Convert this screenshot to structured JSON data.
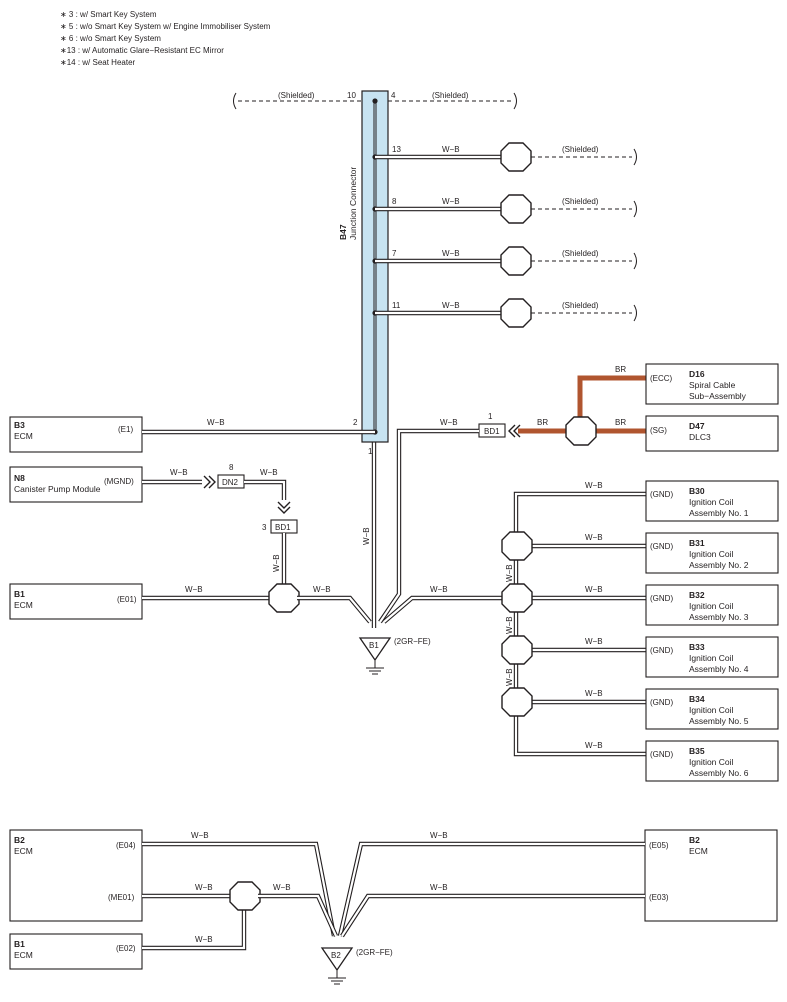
{
  "notes": [
    "∗ 3 : w/ Smart Key System",
    "∗ 5 : w/o Smart Key System w/ Engine Immobiliser System",
    "∗ 6 : w/o Smart Key System",
    "∗13 : w/ Automatic Glare−Resistant EC Mirror",
    "∗14 : w/ Seat Heater"
  ],
  "junction": {
    "code": "B47",
    "name": "Junction Connector"
  },
  "pins": {
    "p10": "10",
    "p4": "4",
    "p13": "13",
    "p8": "8",
    "p7": "7",
    "p11": "11",
    "p2": "2",
    "p1": "1",
    "bd1_1": "1",
    "dn2_8": "8",
    "bd1_3": "3"
  },
  "shielded": "(Shielded)",
  "wire_wb": "W−B",
  "wire_br": "BR",
  "connectors": {
    "bd1": "BD1",
    "dn2": "DN2"
  },
  "components": {
    "b3": {
      "code": "B3",
      "name": "ECM",
      "terminal": "(E1)"
    },
    "n8": {
      "code": "N8",
      "name": "Canister Pump Module",
      "terminal": "(MGND)"
    },
    "b1_top": {
      "code": "B1",
      "name": "ECM",
      "terminal": "(E01)"
    },
    "d16": {
      "code": "D16",
      "name1": "Spiral Cable",
      "name2": "Sub−Assembly",
      "terminal": "(ECC)"
    },
    "d47": {
      "code": "D47",
      "name": "DLC3",
      "terminal": "(SG)"
    },
    "coils": [
      {
        "code": "B30",
        "name1": "Ignition Coil",
        "name2": "Assembly No. 1",
        "terminal": "(GND)"
      },
      {
        "code": "B31",
        "name1": "Ignition Coil",
        "name2": "Assembly No. 2",
        "terminal": "(GND)"
      },
      {
        "code": "B32",
        "name1": "Ignition Coil",
        "name2": "Assembly No. 3",
        "terminal": "(GND)"
      },
      {
        "code": "B33",
        "name1": "Ignition Coil",
        "name2": "Assembly No. 4",
        "terminal": "(GND)"
      },
      {
        "code": "B34",
        "name1": "Ignition Coil",
        "name2": "Assembly No. 5",
        "terminal": "(GND)"
      },
      {
        "code": "B35",
        "name1": "Ignition Coil",
        "name2": "Assembly No. 6",
        "terminal": "(GND)"
      }
    ],
    "b2_left": {
      "code": "B2",
      "name": "ECM",
      "terminal1": "(E04)",
      "terminal2": "(ME01)"
    },
    "b1_bottom": {
      "code": "B1",
      "name": "ECM",
      "terminal": "(E02)"
    },
    "b2_right": {
      "code": "B2",
      "name": "ECM",
      "terminal1": "(E05)",
      "terminal2": "(E03)"
    }
  },
  "grounds": {
    "g1": {
      "code": "B1",
      "engine": "(2GR−FE)"
    },
    "g2": {
      "code": "B2",
      "engine": "(2GR−FE)"
    }
  },
  "colors": {
    "junction_fill": "#c7e3f1",
    "br_wire": "#b0552f"
  }
}
